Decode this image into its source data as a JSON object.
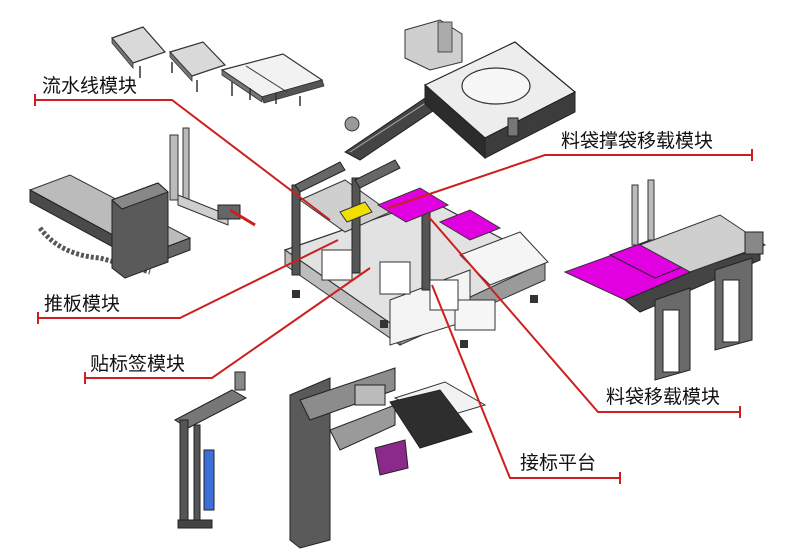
{
  "labels": {
    "conveyor": "流水线模块",
    "bag_open_transfer": "料袋撑袋移载模块",
    "push_plate": "推板模块",
    "labeling": "贴标签模块",
    "bag_transfer": "料袋移载模块",
    "label_platform": "接标平台"
  },
  "colors": {
    "callout_line": "#cc1f1f",
    "machine_dark": "#3a3a3a",
    "machine_mid": "#8c8c8c",
    "machine_light": "#d9d9d9",
    "bag_magenta": "#e000e0",
    "yellow_part": "#f0e000"
  }
}
